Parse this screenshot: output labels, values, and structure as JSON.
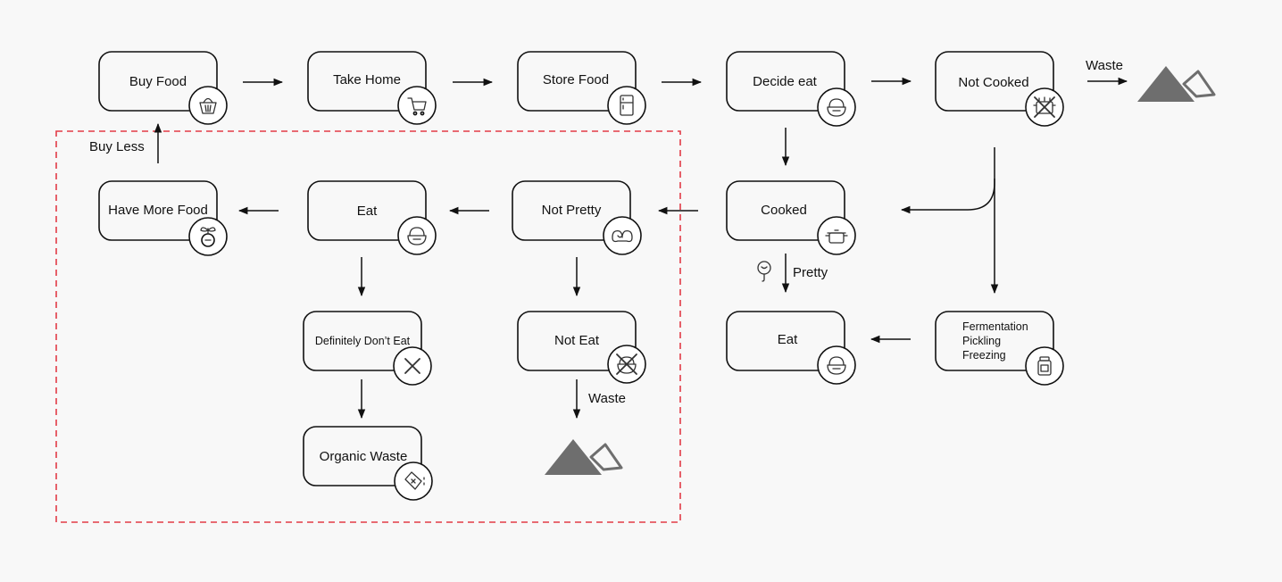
{
  "nodes": {
    "buy_food": "Buy Food",
    "take_home": "Take Home",
    "store_food": "Store Food",
    "decide_eat": "Decide eat",
    "not_cooked": "Not Cooked",
    "have_more_food": "Have More Food",
    "eat_left": "Eat",
    "not_pretty": "Not Pretty",
    "cooked": "Cooked",
    "definitely_dont_eat": "Definitely Don’t Eat",
    "not_eat": "Not Eat",
    "eat_right": "Eat",
    "preservation": [
      "Fermentation",
      "Pickling",
      "Freezing"
    ],
    "organic_waste": "Organic Waste"
  },
  "edge_labels": {
    "waste_top": "Waste",
    "buy_less": "Buy Less",
    "pretty": "Pretty",
    "waste_bottom": "Waste"
  },
  "icons": {
    "buy_food": "basket-icon",
    "take_home": "cart-icon",
    "store_food": "fridge-icon",
    "decide_eat": "bowl-icon",
    "not_cooked": "no-cooking-icon",
    "have_more_food": "radish-icon",
    "eat_left": "bowl-icon",
    "not_pretty": "irregular-vegetable-icon",
    "cooked": "pot-icon",
    "pretty": "fruit-icon",
    "definitely_dont_eat": "cross-icon",
    "not_eat": "no-eating-icon",
    "eat_right": "bowl-icon",
    "preservation": "jar-icon",
    "organic_waste": "compost-bag-icon",
    "waste": "landfill-icon"
  },
  "colors": {
    "highlight_border": "#e23a46",
    "waste_symbol": "#6e6e6e"
  }
}
